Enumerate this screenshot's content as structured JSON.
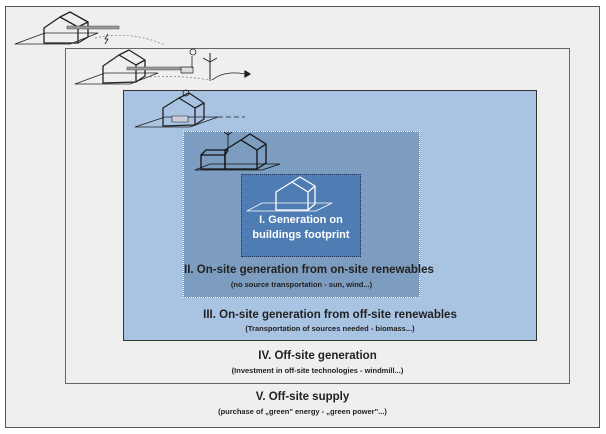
{
  "levels": [
    {
      "title": "I. Generation on",
      "title2": "buildings footprint"
    },
    {
      "title": "II. On-site generation from on-site renewables",
      "subtitle": "(no source transportation - sun, wind...)"
    },
    {
      "title": "III. On-site generation from off-site renewables",
      "subtitle": "(Transportation of sources needed - biomass...)"
    },
    {
      "title": "IV. Off-site generation",
      "subtitle": "(Investment in off-site technologies - windmill...)"
    },
    {
      "title": "V. Off-site supply",
      "subtitle": "(purchase of „green\" energy - „green power\"...)"
    }
  ]
}
